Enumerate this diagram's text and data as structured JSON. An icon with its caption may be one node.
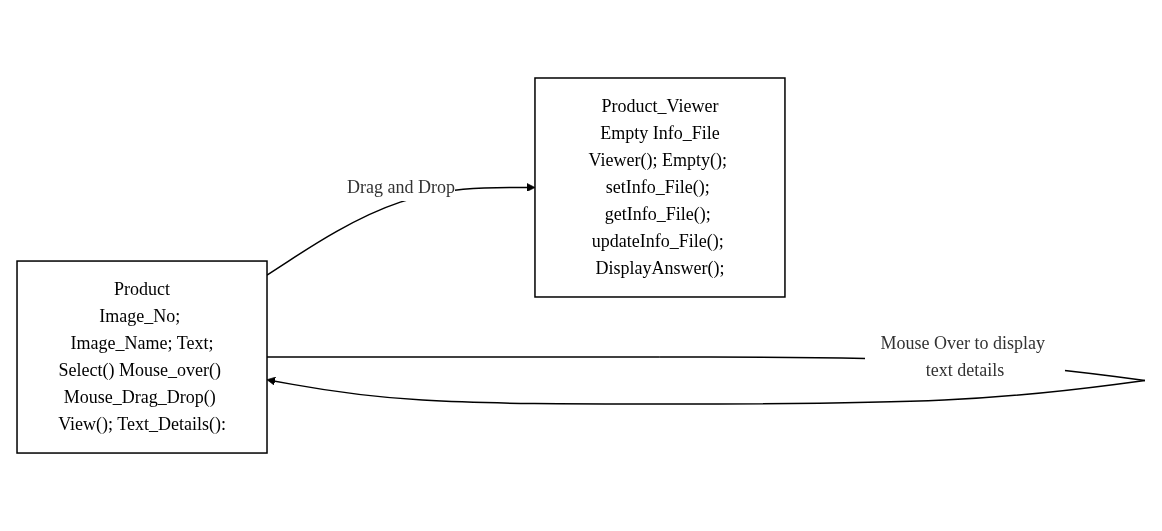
{
  "diagram": {
    "nodes": [
      {
        "text": [
          "Product",
          "Image_No; Image_Name; Text;",
          "Select() Mouse_over() Mouse_Drag_Drop() View(); Text_Details():"
        ]
      },
      {
        "text": [
          "Product_Viewer",
          "Empty Info_File",
          "Viewer(); Empty(); setInfo_File(); getInfo_File(); updateInfo_File(); DisplayAnswer();"
        ]
      }
    ],
    "edges": [
      {
        "from": 0,
        "to": 0,
        "arrow": "to",
        "label": "Mouse Over to display text details"
      },
      {
        "from": 0,
        "to": 1,
        "arrow": "to",
        "label": "Drag and Drop"
      }
    ]
  }
}
